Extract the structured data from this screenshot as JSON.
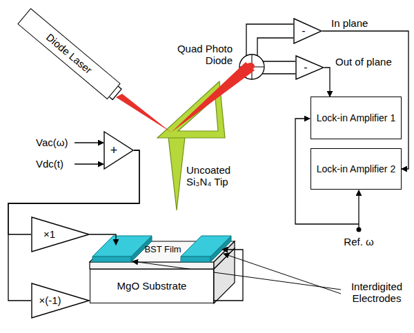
{
  "diagram": {
    "nodes": [
      {
        "text": [
          "Diode Laser"
        ]
      },
      {
        "text": [
          "-"
        ]
      },
      {
        "text": [
          "-"
        ]
      },
      {
        "text": [
          "Lock-in Amplifier 1"
        ]
      },
      {
        "text": [
          "+"
        ]
      },
      {
        "text": [
          "Lock-in Amplifier 2"
        ]
      },
      {
        "text": [
          "×1"
        ]
      },
      {
        "text": [
          "MgO Substrate"
        ]
      },
      {
        "text": [
          "×(-1)"
        ]
      }
    ],
    "edges": [
      {
        "from": 1,
        "to": 5,
        "arrow": "to",
        "label": "In plane"
      },
      {
        "from": 2,
        "to": 3,
        "arrow": "to",
        "label": "Out of plane"
      },
      {
        "from": 4,
        "to": 6,
        "arrow": "none"
      },
      {
        "from": 4,
        "to": 8,
        "arrow": "none"
      }
    ],
    "labels": [
      "Quad Photo Diode",
      "Vac(ω)",
      "Vdc(t)",
      "Uncoated Si₃N₄ Tip",
      "BST Film",
      "Interdigited Electrodes",
      "Ref. ω"
    ]
  }
}
